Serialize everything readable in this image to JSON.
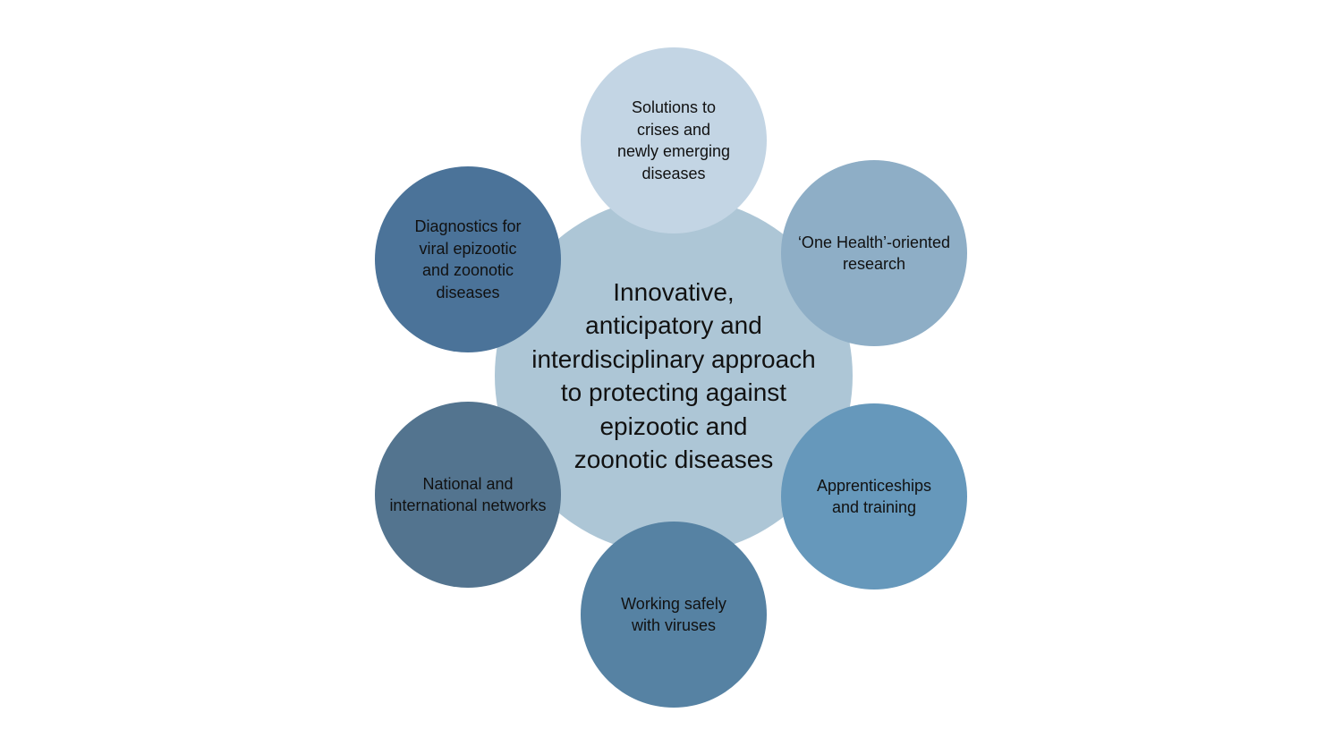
{
  "center": {
    "text": "Innovative,\nanticipatory and\ninterdisciplinary approach\nto protecting against\nepizootic and\nzoonotic diseases",
    "color": "#adc6d6"
  },
  "nodes": [
    {
      "text": "Solutions to\ncrises and\nnewly emerging\ndiseases",
      "color": "#c3d5e4"
    },
    {
      "text": "‘One Health’-oriented\nresearch",
      "color": "#8eaec6"
    },
    {
      "text": "Apprenticeships\nand training",
      "color": "#6698bb"
    },
    {
      "text": "Working safely\nwith viruses",
      "color": "#5682a3"
    },
    {
      "text": "National and\ninternational networks",
      "color": "#53748f"
    },
    {
      "text": "Diagnostics for\nviral epizootic\nand zoonotic\ndiseases",
      "color": "#4b7399"
    }
  ]
}
